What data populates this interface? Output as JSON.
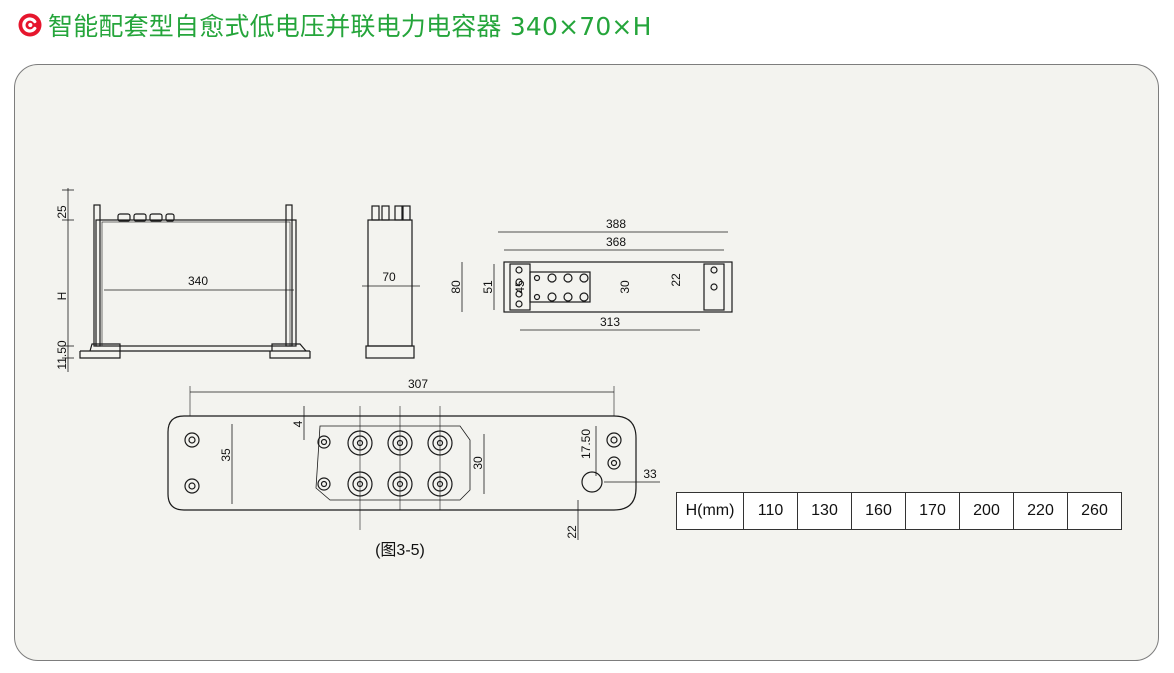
{
  "page": {
    "title": "智能配套型自愈式低电压并联电力电容器 340×70×H",
    "brand_icon": "red-circle-c-icon",
    "accent_color": "#25a53b",
    "brand_color": "#e6162d"
  },
  "drawing": {
    "front_view": {
      "top_height": "25",
      "height": "H",
      "base_height": "11.50",
      "width": "340"
    },
    "side_view": {
      "width": "70"
    },
    "top_view": {
      "overall": "388",
      "mount": "368",
      "hole_span": "313",
      "height": "80",
      "inner": "51",
      "block": "45",
      "row_pitch": "30",
      "right_pitch": "22"
    },
    "detail_view": {
      "length": "307",
      "left_pitch": "35",
      "gap": "4",
      "row_pitch": "30",
      "right_offset": "17.50",
      "right_hole": "33",
      "bottom": "22"
    },
    "caption": "(图3-5)"
  },
  "h_table": {
    "label": "H(mm)",
    "values": [
      "110",
      "130",
      "160",
      "170",
      "200",
      "220",
      "260"
    ]
  }
}
